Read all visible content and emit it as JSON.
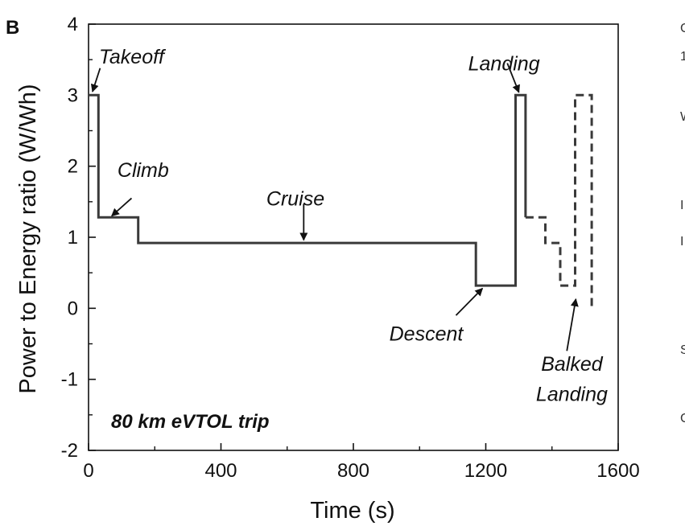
{
  "panel_label": "B",
  "edge_glyphs": [
    "C",
    "1",
    "W",
    "I",
    "I",
    "S",
    "C"
  ],
  "chart_data": {
    "type": "line",
    "title": "",
    "xlabel": "Time (s)",
    "ylabel": "Power to Energy ratio (W/Wh)",
    "xlim": [
      0,
      1600
    ],
    "ylim": [
      -2,
      4
    ],
    "x_ticks": [
      0,
      400,
      800,
      1200,
      1600
    ],
    "x_tick_labels": [
      "0",
      "400",
      "800",
      "1200",
      "1600"
    ],
    "y_ticks": [
      -2,
      -1,
      0,
      1,
      2,
      3,
      4
    ],
    "y_tick_labels": [
      "-2",
      "-1",
      "0",
      "1",
      "2",
      "3",
      "4"
    ],
    "grid": false,
    "inset_label": "80 km eVTOL trip",
    "series": [
      {
        "style": "solid",
        "color": "#3a3a3a",
        "x": [
          0,
          30,
          30,
          150,
          150,
          1170,
          1170,
          1290,
          1290,
          1320,
          1320
        ],
        "y": [
          3.0,
          3.0,
          1.28,
          1.28,
          0.92,
          0.92,
          0.32,
          0.32,
          3.0,
          3.0,
          1.28
        ]
      },
      {
        "style": "dashed",
        "color": "#3a3a3a",
        "x": [
          1320,
          1380,
          1380,
          1400,
          1400,
          1425,
          1425,
          1470,
          1470,
          1520,
          1520
        ],
        "y": [
          1.28,
          1.28,
          0.92,
          0.92,
          0.92,
          0.92,
          0.32,
          0.32,
          3.0,
          3.0,
          0.03
        ]
      }
    ],
    "annotations": [
      {
        "text": "Takeoff",
        "arrow_from": [
          35,
          3.38
        ],
        "arrow_to": [
          12,
          3.05
        ],
        "label_at": [
          130,
          3.55
        ]
      },
      {
        "text": "Climb",
        "arrow_from": [
          130,
          1.55
        ],
        "arrow_to": [
          70,
          1.3
        ],
        "label_at": [
          165,
          1.95
        ]
      },
      {
        "text": "Cruise",
        "arrow_from": [
          650,
          1.47
        ],
        "arrow_to": [
          650,
          0.96
        ],
        "label_at": [
          625,
          1.55
        ]
      },
      {
        "text": "Descent",
        "arrow_from": [
          1110,
          -0.1
        ],
        "arrow_to": [
          1190,
          0.28
        ],
        "label_at": [
          1020,
          -0.35
        ]
      },
      {
        "text": "Landing",
        "arrow_from": [
          1265,
          3.45
        ],
        "arrow_to": [
          1300,
          3.04
        ],
        "label_at": [
          1255,
          3.45
        ]
      },
      {
        "text": "Balked",
        "arrow_from": [
          1445,
          -0.6
        ],
        "arrow_to": [
          1472,
          0.13
        ],
        "label_at": [
          1460,
          -0.78
        ]
      },
      {
        "text": "Landing",
        "label_at": [
          1460,
          -1.2
        ]
      }
    ]
  }
}
